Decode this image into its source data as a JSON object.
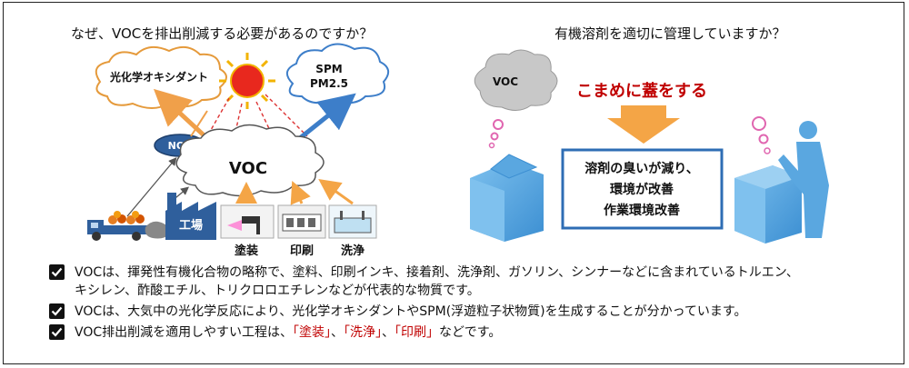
{
  "left_question": "なぜ、VOCを排出削減する必要があるのですか？",
  "right_question": "有機溶剤を適切に管理していますか？",
  "left_diagram": {
    "cloud_oxidant": "光化学オキシダント",
    "cloud_spm_line1": "SPM",
    "cloud_spm_line2": "PM2.5",
    "nox": "NOX",
    "voc": "VOC",
    "factory": "工場",
    "coating": "塗装",
    "printing": "印刷",
    "cleaning": "洗浄"
  },
  "right_diagram": {
    "voc_cloud": "VOC",
    "lid_text": "こまめに蓋をする",
    "result_line1": "溶剤の臭いが減り、",
    "result_line2": "環境が改善",
    "result_line3": "作業環境改善"
  },
  "bullets": {
    "b1_line1": "VOCは、揮発性有機化合物の略称で、塗料、印刷インキ、接着剤、洗浄剤、ガソリン、シンナーなどに含まれているトルエン、",
    "b1_line2": "キシレン、酢酸エチル、トリクロロエチレンなどが代表的な物質です。",
    "b2": "VOCは、大気中の光化学反応により、光化学オキシダントやSPM(浮遊粒子状物質)を生成することが分かっています。",
    "b3_pre": "VOC排出削減を適用しやすい工程は、",
    "b3_coating": "「塗装」",
    "b3_sep1": "、",
    "b3_cleaning": "「洗浄」",
    "b3_sep2": "、",
    "b3_printing": "「印刷」",
    "b3_post": "などです。"
  },
  "colors": {
    "orange_arrow": "#f0a04a",
    "blue_arrow": "#3d7ec9",
    "lid_text": "#c00000",
    "box_blue": "#5aa7e0",
    "sun": "#e8281e"
  }
}
